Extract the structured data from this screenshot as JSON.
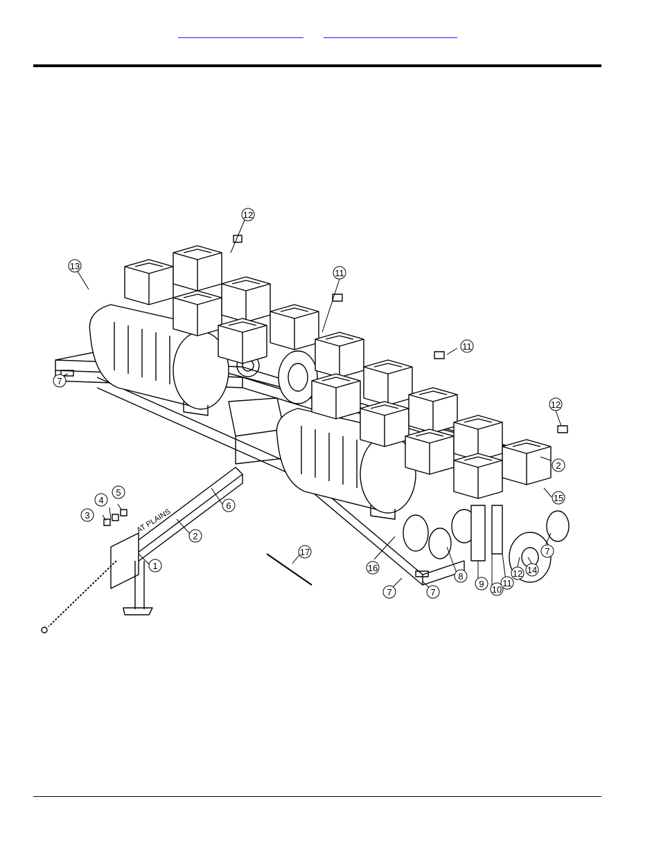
{
  "header": {
    "links": [
      "",
      ""
    ]
  },
  "diagram": {
    "callouts": [
      {
        "id": "c12a",
        "label": "12"
      },
      {
        "id": "c13",
        "label": "13"
      },
      {
        "id": "c11a",
        "label": "11"
      },
      {
        "id": "c11b",
        "label": "11"
      },
      {
        "id": "c7a",
        "label": "7"
      },
      {
        "id": "c12b",
        "label": "12"
      },
      {
        "id": "c2a",
        "label": "2"
      },
      {
        "id": "c15",
        "label": "15"
      },
      {
        "id": "c6",
        "label": "6"
      },
      {
        "id": "c4",
        "label": "4"
      },
      {
        "id": "c5",
        "label": "5"
      },
      {
        "id": "c3",
        "label": "3"
      },
      {
        "id": "c2b",
        "label": "2"
      },
      {
        "id": "c1",
        "label": "1"
      },
      {
        "id": "c17",
        "label": "17"
      },
      {
        "id": "c16",
        "label": "16"
      },
      {
        "id": "c7b",
        "label": "7"
      },
      {
        "id": "c7c",
        "label": "7"
      },
      {
        "id": "c8",
        "label": "8"
      },
      {
        "id": "c9",
        "label": "9"
      },
      {
        "id": "c10",
        "label": "10"
      },
      {
        "id": "c11c",
        "label": "11"
      },
      {
        "id": "c12c",
        "label": "12"
      },
      {
        "id": "c14",
        "label": "14"
      },
      {
        "id": "c7d",
        "label": "7"
      }
    ],
    "frame_text": "AT PLAINS"
  }
}
